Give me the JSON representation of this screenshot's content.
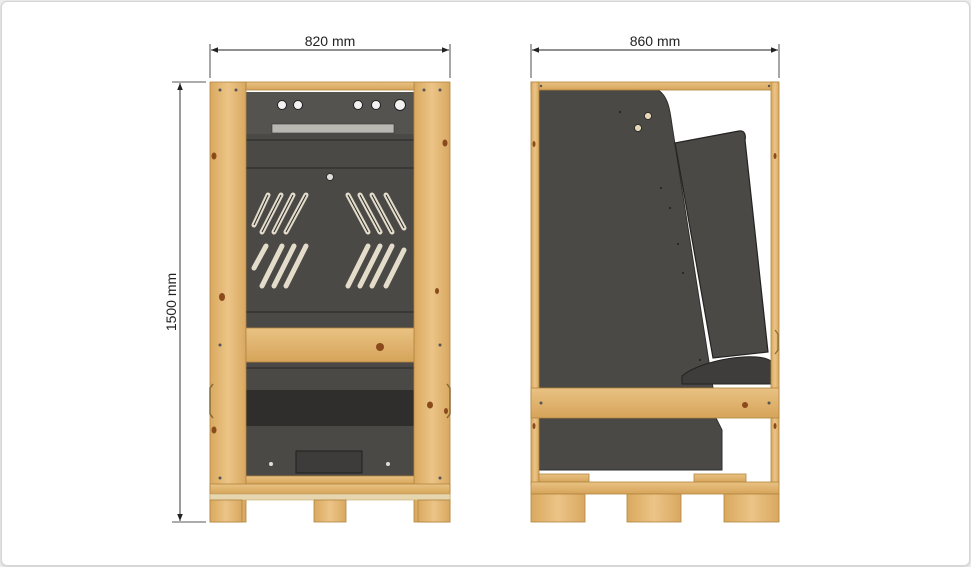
{
  "dimensions": {
    "front_width": "820 mm",
    "side_depth": "860 mm",
    "height": "1500 mm"
  },
  "colors": {
    "wood": "#e2b66e",
    "wood_dark": "#c2904a",
    "knot": "#8a4a1c",
    "steel": "#4a4946",
    "steel_dark": "#383735",
    "dimension_line": "#222222"
  },
  "views": [
    "front-view",
    "side-view"
  ]
}
